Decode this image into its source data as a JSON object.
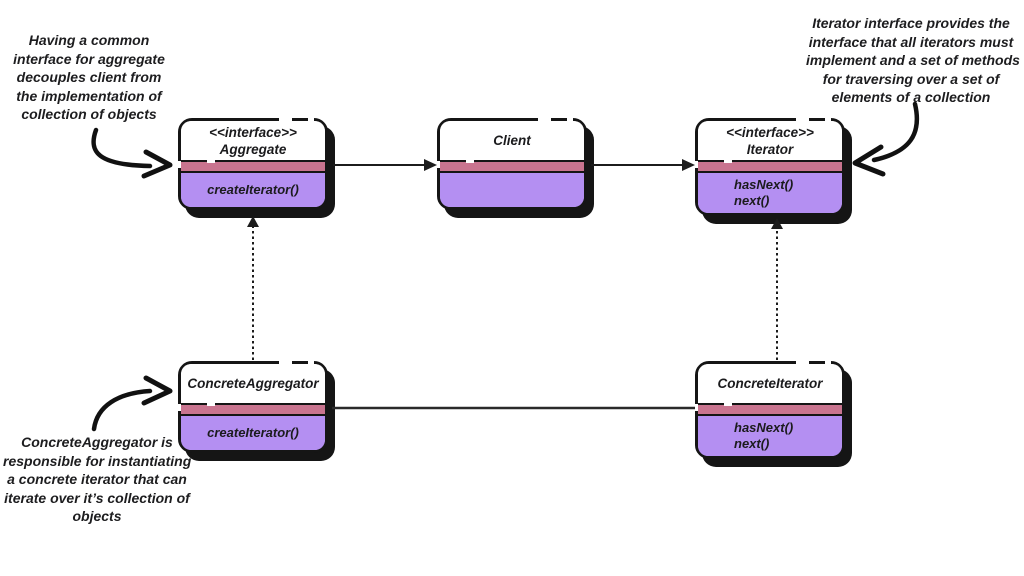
{
  "annotations": {
    "top_left": {
      "lines": [
        "Having a common",
        "interface for aggregate",
        "decouples client from",
        "the implementation of",
        "collection of objects"
      ]
    },
    "top_right": {
      "lines": [
        "Iterator interface provides the",
        "interface that all iterators must",
        "implement and a set of methods",
        "for traversing over a set of",
        "elements of a collection"
      ]
    },
    "bottom_left": {
      "lines": [
        "ConcreteAggregator is",
        "responsible for instantiating",
        "a concrete iterator that can",
        "iterate over it’s collection of",
        "objects"
      ]
    }
  },
  "classes": {
    "aggregate": {
      "stereotype": "<<interface>>",
      "name": "Aggregate",
      "methods": [
        "createIterator()"
      ]
    },
    "client": {
      "name": "Client",
      "methods": []
    },
    "iterator": {
      "stereotype": "<<interface>>",
      "name": "Iterator",
      "methods": [
        "hasNext()",
        "next()"
      ]
    },
    "concrete_aggregator": {
      "name": "ConcreteAggregator",
      "methods": [
        "createIterator()"
      ]
    },
    "concrete_iterator": {
      "name": "ConcreteIterator",
      "methods": [
        "hasNext()",
        "next()"
      ]
    }
  },
  "relationships": [
    {
      "from": "Aggregate",
      "to": "Client",
      "style": "solid-arrow"
    },
    {
      "from": "Client",
      "to": "Iterator",
      "style": "solid-arrow"
    },
    {
      "from": "ConcreteAggregator",
      "to": "ConcreteIterator",
      "style": "solid-line"
    },
    {
      "from": "ConcreteAggregator",
      "to": "Aggregate",
      "style": "dotted-arrow"
    },
    {
      "from": "ConcreteIterator",
      "to": "Iterator",
      "style": "dotted-arrow"
    }
  ],
  "colors": {
    "class_body_purple": "#b48ff2",
    "divider_pink": "#c9748f",
    "outline_black": "#151515",
    "text": "#1d1d1f",
    "background": "#ffffff"
  }
}
